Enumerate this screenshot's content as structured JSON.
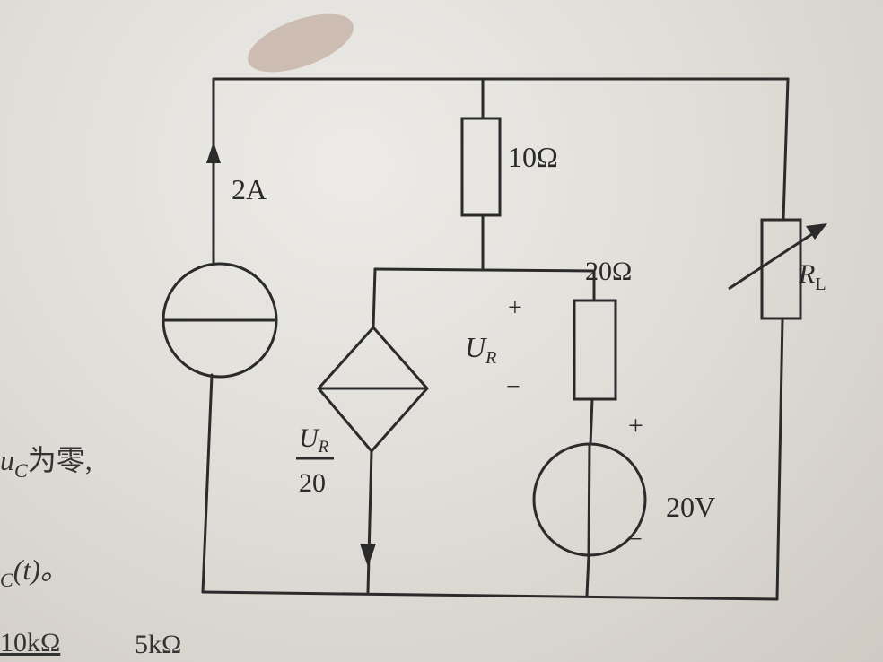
{
  "labels": {
    "current_source": "2A",
    "r1": "10Ω",
    "r2": "20Ω",
    "rl_main": "R",
    "rl_sub": "L",
    "ur_plus": "+",
    "ur_main": "U",
    "ur_sub": "R",
    "ur_minus": "−",
    "dep_num_main": "U",
    "dep_num_sub": "R",
    "dep_den": "20",
    "vsrc_plus": "+",
    "vsrc_value": "20V",
    "vsrc_minus": "−"
  },
  "page_text": {
    "left_mid_1": "为零,",
    "left_mid_1_prefix": "u",
    "left_mid_1_sub": "C",
    "left_mid_2": "(t)。",
    "left_mid_2_prefix": "C",
    "bottom_1": "10kΩ",
    "bottom_2": "5kΩ"
  },
  "colors": {
    "ink": "#2b2b2b",
    "paper": "#e4e1dc",
    "smudge": "#b89a8c"
  }
}
